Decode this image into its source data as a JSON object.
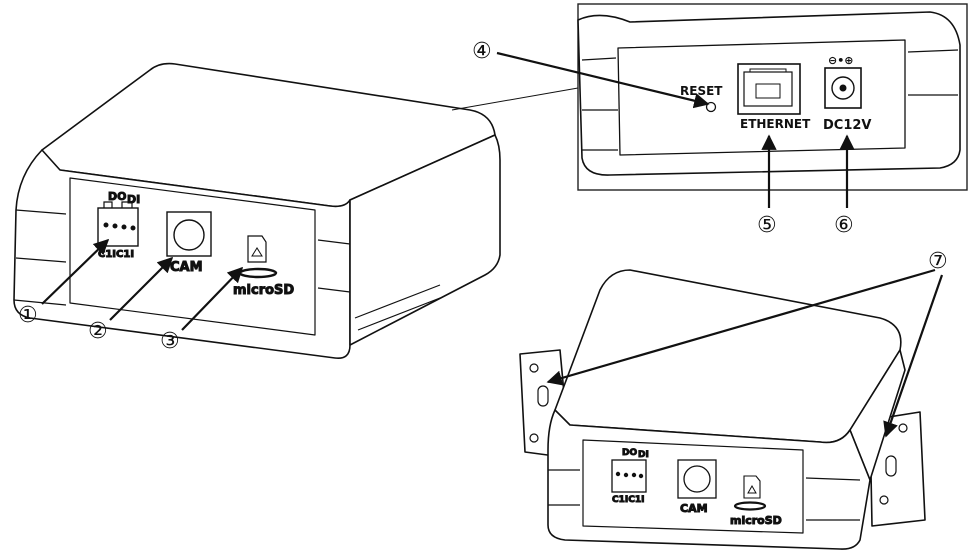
{
  "labels": {
    "do": "DO",
    "di": "DI",
    "cam": "CAM",
    "microsd": "microSD",
    "reset": "RESET",
    "ethernet": "ETHERNET",
    "dc12v": "DC12V",
    "terminal_text": "C1IC1I",
    "power_symbol": "⊖•⊕"
  },
  "callouts": [
    "①",
    "②",
    "③",
    "④",
    "⑤",
    "⑥",
    "⑦"
  ],
  "colors": {
    "line": "#111111",
    "body_fill": "#ffffff",
    "inset_border": "#222222"
  }
}
